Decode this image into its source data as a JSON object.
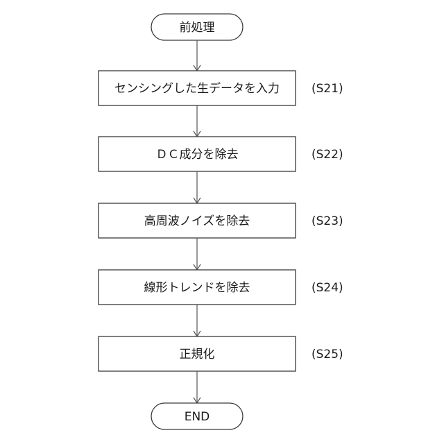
{
  "flowchart": {
    "start": {
      "label": "前処理"
    },
    "steps": [
      {
        "label": "センシングした生データを入力",
        "step_id": "(S21)"
      },
      {
        "label": "ＤＣ成分を除去",
        "step_id": "(S22)"
      },
      {
        "label": "高周波ノイズを除去",
        "step_id": "(S23)"
      },
      {
        "label": "線形トレンドを除去",
        "step_id": "(S24)"
      },
      {
        "label": "正規化",
        "step_id": "(S25)"
      }
    ],
    "end": {
      "label": "END"
    }
  }
}
